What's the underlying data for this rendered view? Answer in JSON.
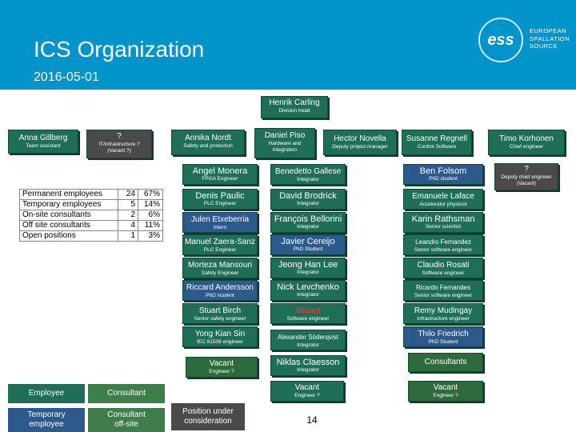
{
  "header": {
    "title": "ICS Organization",
    "date": "2016-05-01",
    "logo_mark": "ess",
    "logo_text_1": "EUROPEAN",
    "logo_text_2": "SPALLATION",
    "logo_text_3": "SOURCE"
  },
  "head": {
    "name": "Henrik Carling",
    "role": "Division head"
  },
  "top_row": [
    {
      "name": "Anna Gillberg",
      "role": "Team assistant"
    },
    {
      "name": "?",
      "role": "IT/Infrastructure ?",
      "role2": "(Vacant ?)"
    },
    {
      "name": "Annika Nordt",
      "role": "Safety and protection"
    },
    {
      "name": "Daniel Piso",
      "role": "Hardware and",
      "role2": "integration"
    },
    {
      "name": "Hector Novella",
      "role": "Deputy project manager"
    },
    {
      "name": "Susanne Regnell",
      "role": "Control Software"
    },
    {
      "name": "Timo Korhonen",
      "role": "Chief engineer"
    }
  ],
  "col_nordt": [
    {
      "name": "Angel Monera",
      "role": "FPGA Engineer"
    },
    {
      "name": "Denis Paulic",
      "role": "PLC Engineer"
    },
    {
      "name": "Julen Etxeberria",
      "role": "Intern"
    },
    {
      "name": "Manuel Zaera-Sanz",
      "role": "PLC Engineer"
    },
    {
      "name": "Morteza Mansouri",
      "role": "Safety Engineer"
    },
    {
      "name": "Riccard Andersson",
      "role": "PhD student"
    },
    {
      "name": "Stuart Birch",
      "role": "Senior safety engineer"
    },
    {
      "name": "Yong Kian Sin",
      "role": "IEC 61508 engineer"
    },
    {
      "name": "Vacant",
      "role": "Engineer ?"
    }
  ],
  "col_piso": [
    {
      "name": "Benedetto Gallese",
      "role": "Integrator"
    },
    {
      "name": "David Brodrick",
      "role": "Integrator"
    },
    {
      "name": "François Bellorini",
      "role": "Integrator"
    },
    {
      "name": "Javier Cereijo",
      "role": "PhD Student"
    },
    {
      "name": "Jeong Han Lee",
      "role": "Integrator"
    },
    {
      "name": "Nick Levchenko",
      "role": "Integrator"
    },
    {
      "name": "Vacant",
      "role": "Software engineer"
    },
    {
      "name": "Alexander Söderqvist",
      "role": "Integrator"
    },
    {
      "name": "Niklas Claesson",
      "role": "Integrator"
    },
    {
      "name": "Vacant",
      "role": "Engineer ?"
    }
  ],
  "col_regnell": [
    {
      "name": "Ben Folsom",
      "role": "PhD student"
    },
    {
      "name": "Emanuele Laface",
      "role": "Accelerator physicist"
    },
    {
      "name": "Karin Rathsman",
      "role": "Senior scientist"
    },
    {
      "name": "Leandro Fernandez",
      "role": "Senior software engineer"
    },
    {
      "name": "Claudio Rosati",
      "role": "Software engineer"
    },
    {
      "name": "Ricardo Fernandes",
      "role": "Senior software engineer"
    },
    {
      "name": "Remy Mudingay",
      "role": "Infrastructure engineer"
    },
    {
      "name": "Thilo Friedrich",
      "role": "PhD Student"
    },
    {
      "name": "Consultants",
      "role": ""
    },
    {
      "name": "Vacant",
      "role": "Engineer ?"
    }
  ],
  "timo_sub": {
    "name": "?",
    "role": "Deputy chief engineer",
    "role2": "(Vacant)"
  },
  "stats": [
    {
      "label": "Permanent employees",
      "count": "24",
      "pct": "67%"
    },
    {
      "label": "Temporary employees",
      "count": "5",
      "pct": "14%"
    },
    {
      "label": "On-site consultants",
      "count": "2",
      "pct": "6%"
    },
    {
      "label": "Off site consultants",
      "count": "4",
      "pct": "11%"
    },
    {
      "label": "Open positions",
      "count": "1",
      "pct": "3%"
    }
  ],
  "legend": {
    "employee": "Employee",
    "consultant": "Consultant",
    "temporary_1": "Temporary",
    "temporary_2": "employee",
    "consultant_off_1": "Consultant",
    "consultant_off_2": "off-site",
    "position_1": "Position under",
    "position_2": "consideration"
  },
  "page_number": "14",
  "colors": {
    "header_blue": "#0094ca",
    "employee_green": "#1f6f58",
    "consultant_green": "#3f7d4a",
    "temporary_blue": "#2d5a8c",
    "vacant_red": "#ff3b2f"
  }
}
